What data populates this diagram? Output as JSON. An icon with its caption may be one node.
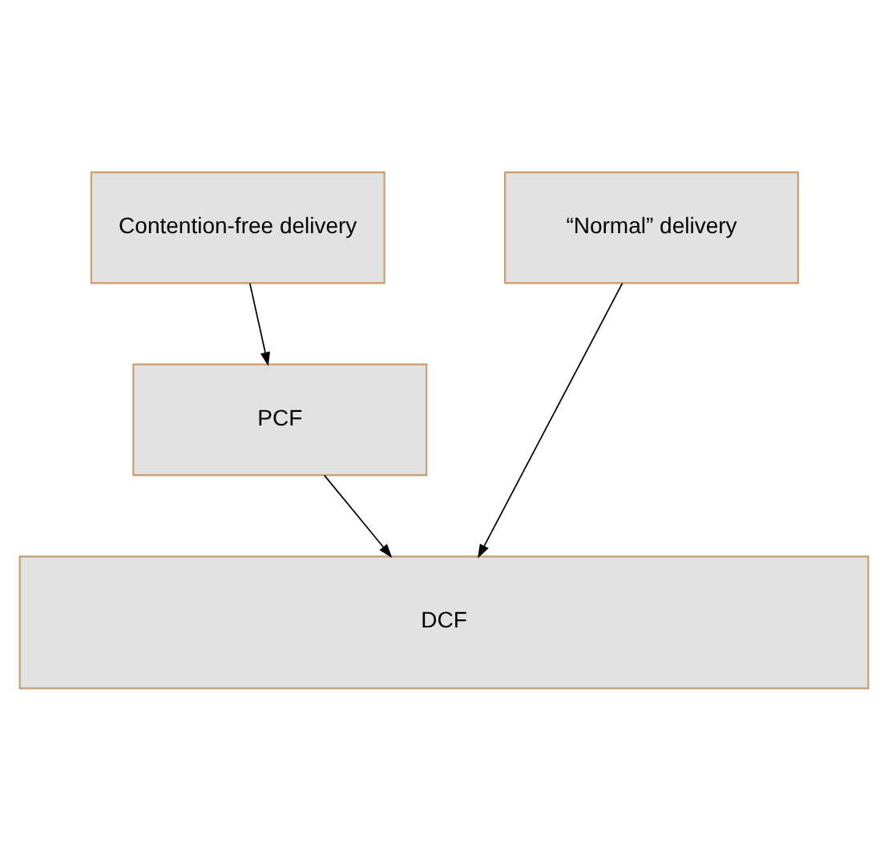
{
  "diagram": {
    "nodes": [
      {
        "text": [
          "Contention-free delivery"
        ]
      },
      {
        "text": [
          "“Normal” delivery"
        ]
      },
      {
        "text": [
          "PCF"
        ]
      },
      {
        "text": [
          "DCF"
        ]
      }
    ],
    "edges": [
      {
        "from": 0,
        "to": 2,
        "arrow": "to"
      },
      {
        "from": 2,
        "to": 3,
        "arrow": "to"
      },
      {
        "from": 1,
        "to": 3,
        "arrow": "to"
      }
    ]
  }
}
